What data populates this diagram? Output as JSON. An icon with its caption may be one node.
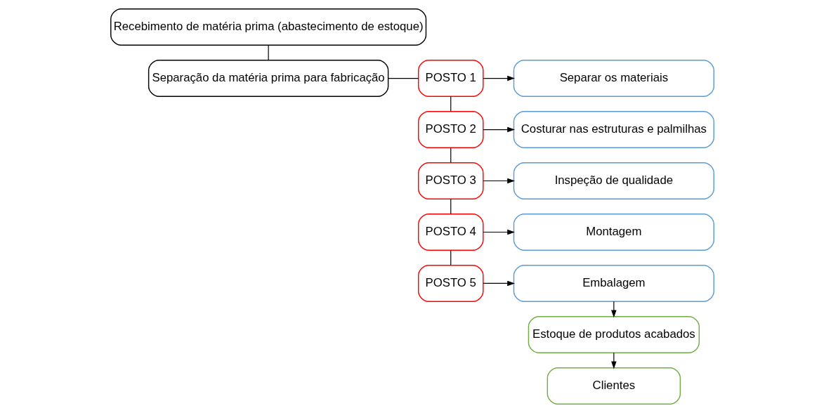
{
  "diagram": {
    "nodes": [
      {
        "text": [
          "Recebimento de matéria prima (abastecimento de estoque)"
        ]
      },
      {
        "text": [
          "Separação da matéria prima para fabricação"
        ]
      },
      {
        "text": [
          "POSTO 1"
        ]
      },
      {
        "text": [
          "POSTO 2"
        ]
      },
      {
        "text": [
          "POSTO 3"
        ]
      },
      {
        "text": [
          "POSTO 4"
        ]
      },
      {
        "text": [
          "POSTO 5"
        ]
      },
      {
        "text": [
          "Separar os materiais"
        ]
      },
      {
        "text": [
          "Costurar nas estruturas e palmilhas"
        ]
      },
      {
        "text": [
          "Inspeção de qualidade"
        ]
      },
      {
        "text": [
          "Montagem"
        ]
      },
      {
        "text": [
          "Embalagem"
        ]
      },
      {
        "text": [
          "Estoque de produtos acabados"
        ]
      },
      {
        "text": [
          "Clientes"
        ]
      }
    ],
    "edges": [
      {
        "from": 0,
        "to": 1,
        "arrow": "none"
      },
      {
        "from": 1,
        "to": 2,
        "arrow": "none"
      },
      {
        "from": 2,
        "to": 3,
        "arrow": "none"
      },
      {
        "from": 3,
        "to": 4,
        "arrow": "none"
      },
      {
        "from": 4,
        "to": 5,
        "arrow": "none"
      },
      {
        "from": 5,
        "to": 6,
        "arrow": "none"
      },
      {
        "from": 2,
        "to": 7,
        "arrow": "to"
      },
      {
        "from": 3,
        "to": 8,
        "arrow": "to"
      },
      {
        "from": 4,
        "to": 9,
        "arrow": "to"
      },
      {
        "from": 5,
        "to": 10,
        "arrow": "to"
      },
      {
        "from": 6,
        "to": 11,
        "arrow": "to"
      },
      {
        "from": 11,
        "to": 12,
        "arrow": "to"
      },
      {
        "from": 12,
        "to": 13,
        "arrow": "to"
      }
    ]
  }
}
